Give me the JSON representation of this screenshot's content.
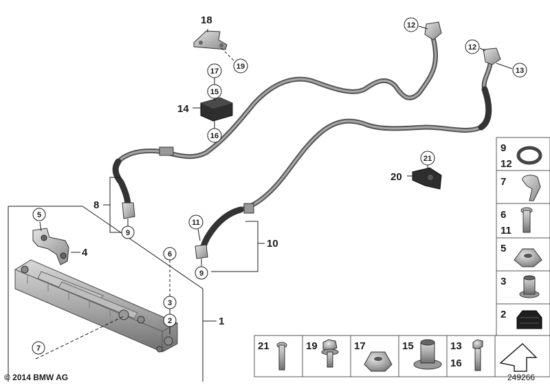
{
  "callouts": {
    "c5": "5",
    "c4": "4",
    "c6": "6",
    "c3": "3",
    "c2": "2",
    "c1": "1",
    "c7": "7",
    "c8": "8",
    "c9a": "9",
    "c9b": "9",
    "c10": "10",
    "c11": "11",
    "c14": "14",
    "c15": "15",
    "c16": "16",
    "c17": "17",
    "c18": "18",
    "c19": "19",
    "c20": "20",
    "c21": "21",
    "c12a": "12",
    "c12b": "12",
    "c13": "13"
  },
  "legend_right": [
    {
      "top": "9",
      "bottom": "12"
    },
    {
      "top": "7",
      "bottom": ""
    },
    {
      "top": "6",
      "bottom": "11"
    },
    {
      "top": "5",
      "bottom": ""
    },
    {
      "top": "3",
      "bottom": ""
    },
    {
      "top": "2",
      "bottom": ""
    }
  ],
  "legend_bottom": [
    {
      "top": "21",
      "bottom": ""
    },
    {
      "top": "19",
      "bottom": ""
    },
    {
      "top": "17",
      "bottom": ""
    },
    {
      "top": "15",
      "bottom": ""
    },
    {
      "top": "13",
      "bottom": "16"
    }
  ],
  "footer": {
    "copyright": "© 2014 BMW AG",
    "diagram_number": "249266"
  }
}
